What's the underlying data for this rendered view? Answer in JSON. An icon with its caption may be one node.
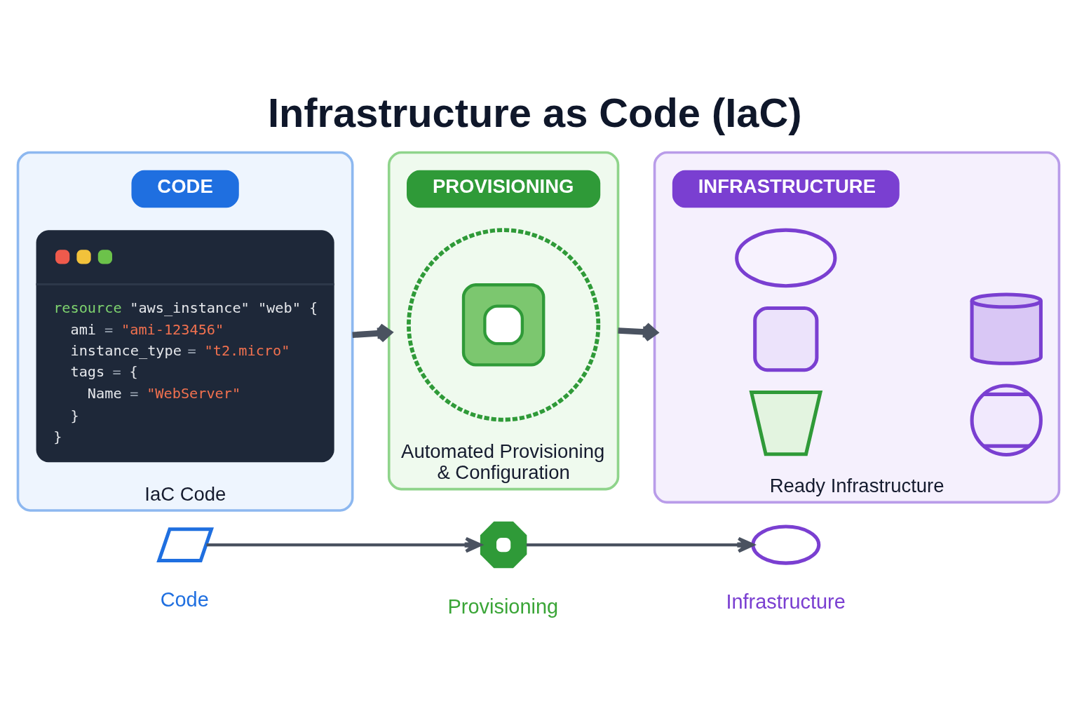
{
  "diagram": {
    "title": "Infrastructure as Code (IaC)",
    "nodes": [
      {
        "text": [
          "IaC Code"
        ]
      },
      {
        "text": [
          "CODE"
        ],
        "in": 0
      },
      {
        "text": [
          "resource \"aws_instance\" \"web\" {",
          "ami = \"ami-123456\"",
          "instance_type = \"t2.micro\"",
          "tags = {",
          "Name = \"WebServer\"",
          "}",
          "}"
        ],
        "in": 0
      },
      {
        "text": [
          "Automated Provisioning & Configuration"
        ]
      },
      {
        "text": [
          "PROVISIONING"
        ],
        "in": 3
      },
      {
        "text": [],
        "shape": "gear",
        "in": 3
      },
      {
        "text": [
          "Ready Infrastructure"
        ]
      },
      {
        "text": [
          "INFRASTRUCTURE"
        ],
        "in": 6
      },
      {
        "text": [],
        "shape": "cloud",
        "in": 6
      },
      {
        "text": [],
        "shape": "chip",
        "in": 6
      },
      {
        "text": [],
        "shape": "cylinder",
        "in": 6
      },
      {
        "text": [],
        "shape": "bucket",
        "in": 6
      },
      {
        "text": [],
        "shape": "globe",
        "in": 6
      },
      {
        "text": [],
        "shape": "code",
        "beside": [
          "Code"
        ]
      },
      {
        "text": [],
        "shape": "gear",
        "beside": [
          "Provisioning"
        ]
      },
      {
        "text": [],
        "shape": "cloud",
        "beside": [
          "Infrastructure"
        ]
      }
    ],
    "edges": [
      {
        "from": 0,
        "to": 3,
        "arrow": "to",
        "style": "thick"
      },
      {
        "from": 3,
        "to": 6,
        "arrow": "to",
        "style": "thick"
      },
      {
        "from": 13,
        "to": 14,
        "arrow": "to"
      },
      {
        "from": 14,
        "to": 15,
        "arrow": "to"
      }
    ]
  }
}
